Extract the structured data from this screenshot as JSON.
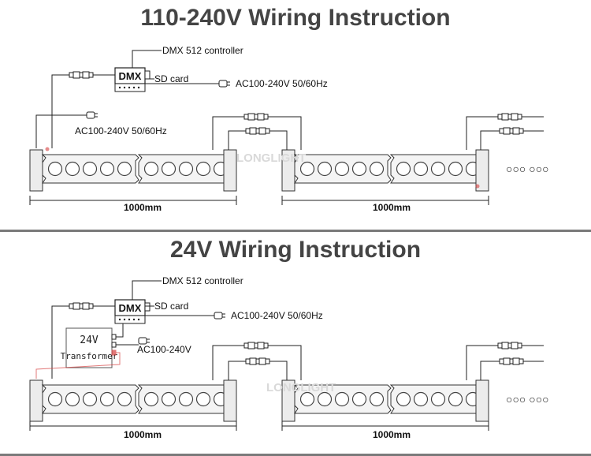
{
  "sections": [
    {
      "title": "110-240V Wiring Instruction",
      "controller_label": "DMX 512 controller",
      "controller_text": "DMX",
      "sd_label": "SD card",
      "power_label_main": "AC100-240V  50/60Hz",
      "power_label_left": "AC100-240V  50/60Hz",
      "length_left": "1000mm",
      "length_right": "1000mm",
      "continue_marks": "○○○  ○○○",
      "watermark": "LONGLIGHT"
    },
    {
      "title": "24V Wiring Instruction",
      "controller_label": "DMX 512 controller",
      "controller_text": "DMX",
      "sd_label": "SD card",
      "power_label_main": "AC100-240V  50/60Hz",
      "transformer_voltage": "24V",
      "transformer_label": "Transformer",
      "transformer_power": "AC100-240V",
      "length_left": "1000mm",
      "length_right": "1000mm",
      "continue_marks": "○○○  ○○○",
      "watermark": "LONGLIGHT"
    }
  ],
  "colors": {
    "title": "#444444",
    "line": "#222222",
    "lamp_body": "#f2f2f2",
    "accent_red": "#d64040",
    "separator": "#7a7a7a"
  }
}
